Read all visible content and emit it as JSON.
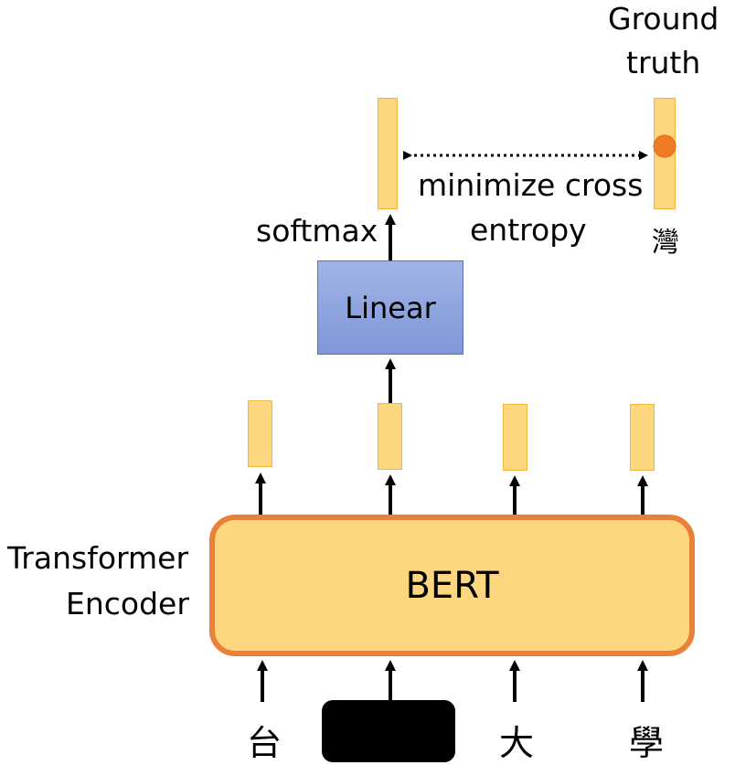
{
  "labels": {
    "ground_truth_line1": "Ground",
    "ground_truth_line2": "truth",
    "minimize_line1": "minimize cross",
    "minimize_line2": "entropy",
    "softmax": "softmax",
    "linear": "Linear",
    "bert": "BERT",
    "encoder_line1": "Transformer",
    "encoder_line2": "Encoder"
  },
  "tokens": {
    "input_1": "台",
    "input_3": "大",
    "input_4": "學",
    "ground_truth_token": "灣"
  },
  "colors": {
    "vector_fill": "#fcd77f",
    "bert_border": "#ea8138",
    "linear_fill": "#8ea4df",
    "target_dot": "#ef7b22"
  }
}
